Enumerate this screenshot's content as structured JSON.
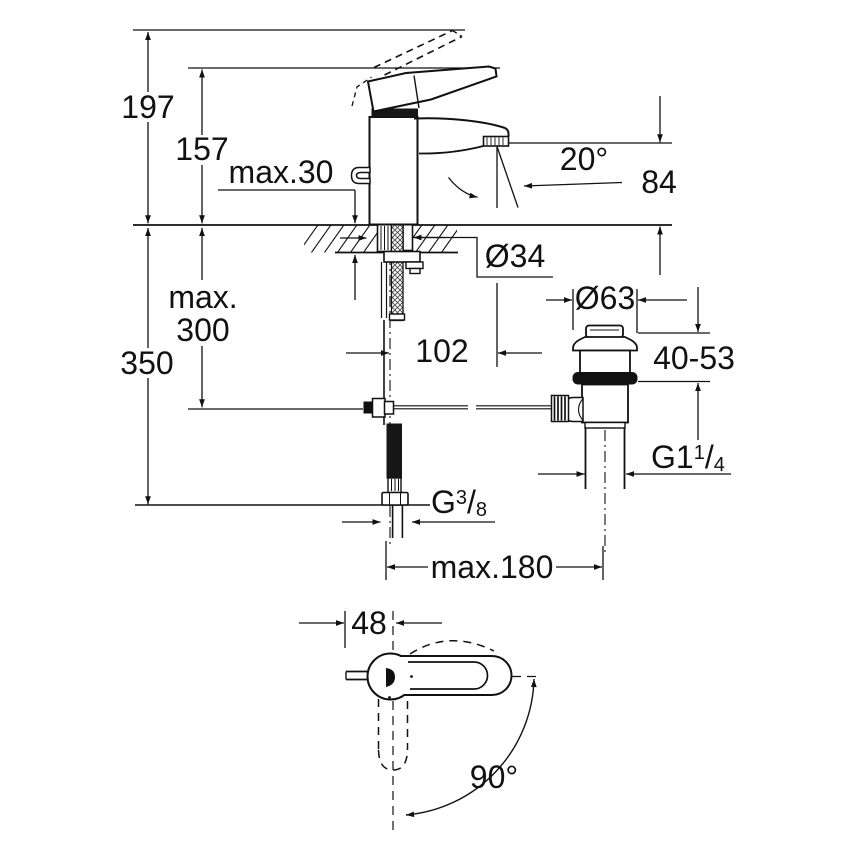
{
  "document": {
    "kind": "faucet installation dimension drawing",
    "background_color": "#ffffff",
    "line_color": "#111111"
  },
  "views": {
    "front_view": {
      "dimensions": {
        "overall_height": "197",
        "spout_top_height": "157",
        "deck_thickness": "max.30",
        "spray_angle": "20°",
        "outlet_height": "84",
        "hole_diameter": "Ø34",
        "hose_length_line1": "max.",
        "hose_length_line2": "300",
        "supply_height": "350",
        "spout_projection": "102"
      }
    },
    "drain_view": {
      "dimensions": {
        "flange_diameter": "Ø63",
        "clamping_range": "40-53",
        "waste_thread": {
          "base": "G1",
          "sup": "1",
          "slash": "/",
          "sub": "4"
        },
        "rod_length": "max.180"
      }
    },
    "supply": {
      "thread": {
        "base": "G",
        "sup": "3",
        "slash": "/",
        "sub": "8"
      }
    },
    "top_view": {
      "dimensions": {
        "handle_offset": "48",
        "swivel_angle": "90°"
      }
    }
  }
}
